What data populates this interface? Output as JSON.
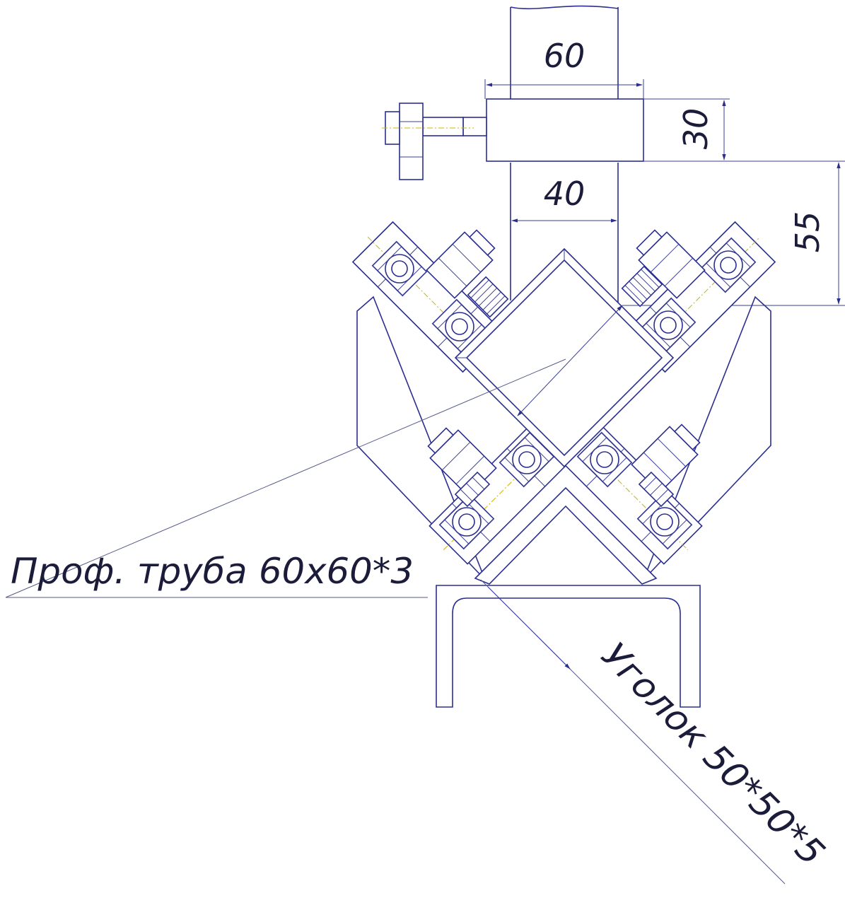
{
  "dimensions": {
    "tube_width": "60",
    "clamp_height": "30",
    "post_width": "40",
    "offset": "55"
  },
  "labels": {
    "tube": "Проф. труба 60х60*3",
    "angle": "Уголок 50*50*5"
  },
  "colors": {
    "line": "#2b2f8f",
    "axis": "#c9b400",
    "text": "#1b1b3a"
  }
}
